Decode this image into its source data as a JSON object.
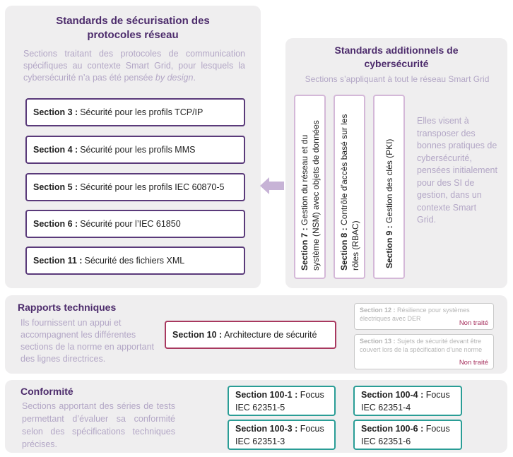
{
  "network": {
    "title": "Standards de sécurisation des protocoles réseau",
    "desc_plain": "Sections traitant des protocoles de communication spécifiques au contexte Smart Grid, pour lesquels la cybersécurité n’a pas été pensée ",
    "desc_italic": "by design",
    "desc_end": ".",
    "sections": [
      {
        "num": "Section 3 :",
        "text": "Sécurité pour les profils TCP/IP"
      },
      {
        "num": "Section 4 :",
        "text": "Sécurité pour les profils MMS"
      },
      {
        "num": "Section 5 :",
        "text": "Sécurité pour les profils IEC 60870-5"
      },
      {
        "num": "Section 6 :",
        "text": "Sécurité pour l’IEC 61850"
      },
      {
        "num": "Section 11 :",
        "text": "Sécurité des fichiers XML"
      }
    ]
  },
  "additional": {
    "title": "Standards additionnels de cybersécurité",
    "subtitle": "Sections s’appliquant à tout le réseau Smart Grid",
    "vertical": [
      {
        "num": "Section 7 :",
        "text": "Gestion du réseau et du système (NSM) avec objets de données"
      },
      {
        "num": "Section 8 :",
        "text": "Contrôle d’accès basé sur les rôles (RBAC)"
      },
      {
        "num": "Section 9 :",
        "text": "Gestion des clés (PKI)"
      }
    ],
    "note": "Elles visent à transposer des bonnes pratiques de cybersécurité, pensées initialement pour des SI de gestion, dans un contexte Smart Grid."
  },
  "reports": {
    "title": "Rapports techniques",
    "desc": "Ils fournissent un appui et accompagnent les différentes sections de la norme en apportant des lignes directrices.",
    "main": {
      "num": "Section 10 :",
      "text": "Architecture de sécurité"
    },
    "untreated": [
      {
        "num": "Section 12 :",
        "text": "Résilience pour systèmes électriques avec DER",
        "status": "Non traité"
      },
      {
        "num": "Section 13 :",
        "text": "Sujets de sécurité devant être couvert lors de la spécification d’une norme",
        "status": "Non traité"
      }
    ]
  },
  "conformity": {
    "title": "Conformité",
    "desc": "Sections apportant des séries de tests permettant d’évaluer sa conformité selon des spécifications techniques précises.",
    "sections": [
      {
        "num": "Section 100-1 :",
        "l1": "Focus",
        "l2": "IEC 62351-5"
      },
      {
        "num": "Section 100-4 :",
        "l1": "Focus",
        "l2": "IEC 62351-4"
      },
      {
        "num": "Section 100-3 :",
        "l1": "Focus",
        "l2": "IEC 62351-3"
      },
      {
        "num": "Section 100-6 :",
        "l1": "Focus",
        "l2": "IEC 62351-6"
      }
    ]
  },
  "colors": {
    "accent": "#5a3a7a",
    "pink_border": "#d4b8d8",
    "rapport_border": "#a8385f",
    "teal": "#2a9d96",
    "desc": "#b3a7c6"
  }
}
